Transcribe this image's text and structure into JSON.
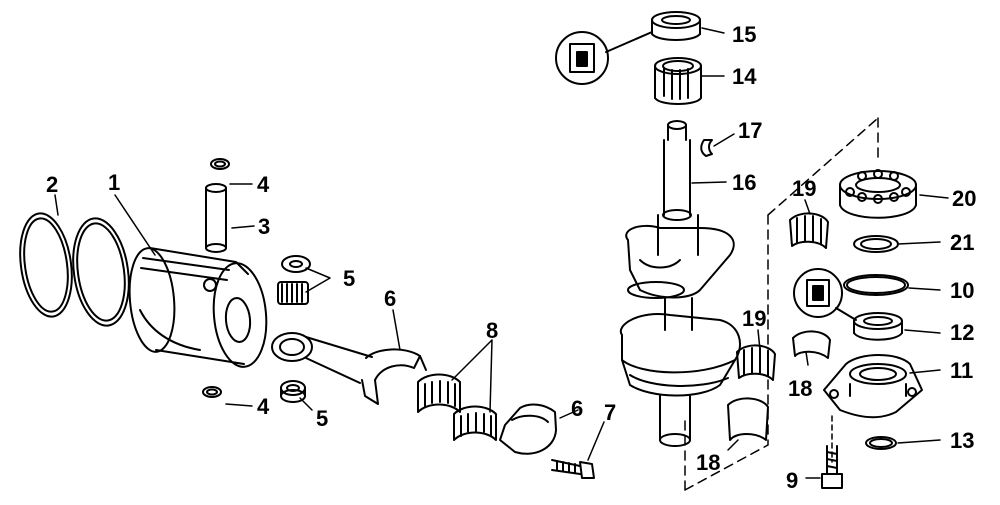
{
  "diagram": {
    "background": "#ffffff",
    "ink": "#000000",
    "parts": [
      {
        "number": "1",
        "part": "piston"
      },
      {
        "number": "2",
        "part": "piston-ring"
      },
      {
        "number": "3",
        "part": "piston-pin"
      },
      {
        "number": "4",
        "part": "retaining-ring"
      },
      {
        "number": "5",
        "part": "needle-bearing-and-washer"
      },
      {
        "number": "6",
        "part": "connecting-rod"
      },
      {
        "number": "7",
        "part": "rod-screw"
      },
      {
        "number": "8",
        "part": "rod-bearing-cage"
      },
      {
        "number": "9",
        "part": "screw"
      },
      {
        "number": "10",
        "part": "o-ring"
      },
      {
        "number": "11",
        "part": "lower-bearing-housing"
      },
      {
        "number": "12",
        "part": "lower-seal"
      },
      {
        "number": "13",
        "part": "o-ring-small"
      },
      {
        "number": "14",
        "part": "upper-needle-bearing"
      },
      {
        "number": "15",
        "part": "upper-seal"
      },
      {
        "number": "16",
        "part": "crankshaft"
      },
      {
        "number": "17",
        "part": "key"
      },
      {
        "number": "18",
        "part": "bearing-race-half"
      },
      {
        "number": "19",
        "part": "main-bearing-cage"
      },
      {
        "number": "20",
        "part": "ball-bearing"
      },
      {
        "number": "21",
        "part": "retaining-ring-large"
      }
    ],
    "labels": {
      "l1": "1",
      "l2": "2",
      "l3": "3",
      "l4a": "4",
      "l4b": "4",
      "l5a": "5",
      "l5b": "5",
      "l6a": "6",
      "l6b": "6",
      "l7": "7",
      "l8": "8",
      "l9": "9",
      "l10": "10",
      "l11": "11",
      "l12": "12",
      "l13": "13",
      "l14": "14",
      "l15": "15",
      "l16": "16",
      "l17": "17",
      "l18a": "18",
      "l18b": "18",
      "l19a": "19",
      "l19b": "19",
      "l20": "20",
      "l21": "21"
    }
  }
}
